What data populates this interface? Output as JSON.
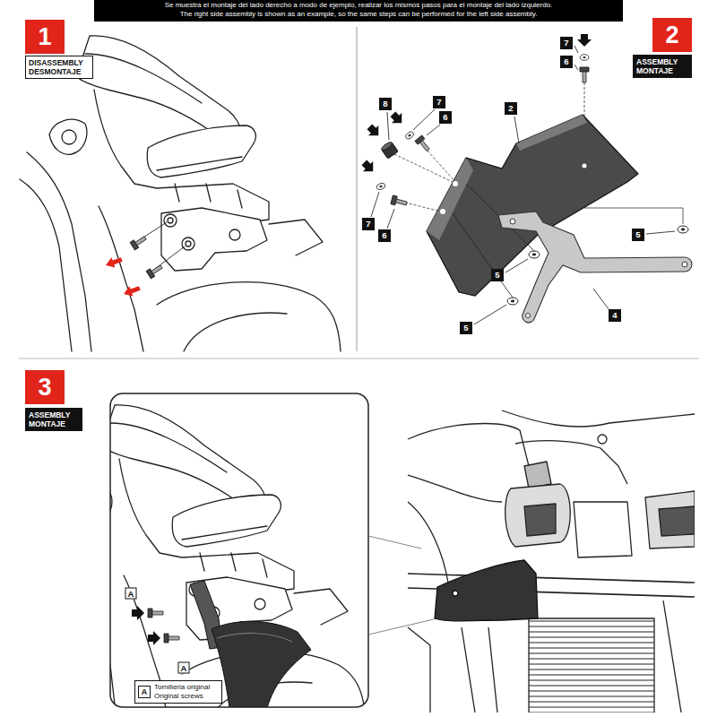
{
  "diagram": {
    "nodes": [
      {
        "text": [
          "Se muestra el montaje del lado derecho a modo de ejemplo, realizar los mismos pasos para el montaje del lado izquierdo.",
          "The right side assembly is shown as an example, so the same steps can be performed for the left side assembly."
        ]
      },
      {
        "text": [
          "1"
        ]
      },
      {
        "text": [
          "DISASSEMBLY DESMONTAJE"
        ]
      },
      {
        "text": [
          "2"
        ]
      },
      {
        "text": [
          "ASSEMBLY MONTAJE"
        ]
      },
      {
        "text": [
          "3"
        ]
      },
      {
        "text": [
          "ASSEMBLY MONTAJE"
        ]
      },
      {
        "text": [
          "Tornilleria original Original screws"
        ]
      },
      {
        "text": [
          "A"
        ],
        "in": 7
      }
    ],
    "labels": [
      "7",
      "6",
      "7",
      "8",
      "2",
      "6",
      "7",
      "5",
      "6",
      "5",
      "4",
      "5",
      "A",
      "A"
    ]
  }
}
